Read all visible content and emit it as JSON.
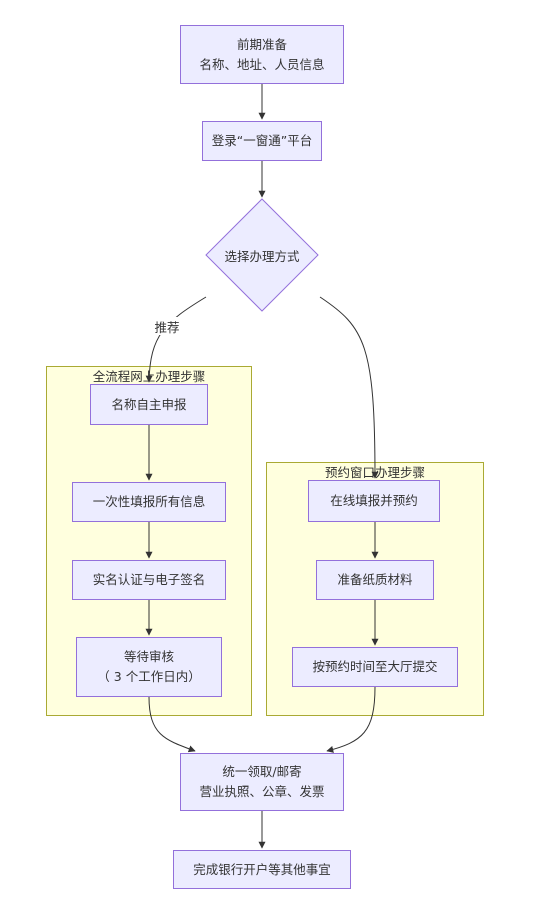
{
  "nodes": {
    "prep": {
      "line1": "前期准备",
      "line2": "名称、地址、人员信息"
    },
    "login": {
      "label": "登录“一窗通”平台"
    },
    "decision": {
      "label": "选择办理方式"
    },
    "online_1": {
      "label": "名称自主申报"
    },
    "online_2": {
      "label": "一次性填报所有信息"
    },
    "online_3": {
      "label": "实名认证与电子签名"
    },
    "online_4": {
      "line1": "等待审核",
      "line2": "（ 3 个工作日内）"
    },
    "window_1": {
      "label": "在线填报并预约"
    },
    "window_2": {
      "label": "准备纸质材料"
    },
    "window_3": {
      "label": "按预约时间至大厅提交"
    },
    "collect": {
      "line1": "统一领取/邮寄",
      "line2": "营业执照、公章、发票"
    },
    "finish": {
      "label": "完成银行开户等其他事宜"
    }
  },
  "clusters": {
    "online": {
      "title": "全流程网上办理步骤"
    },
    "window": {
      "title": "预约窗口办理步骤"
    }
  },
  "edge_labels": {
    "recommend": "推荐"
  },
  "colors": {
    "node_fill": "#ECECFF",
    "node_stroke": "#9370DB",
    "cluster_fill": "#FFFFDE",
    "cluster_stroke": "#AAAA33",
    "edge": "#333333",
    "text": "#333333"
  }
}
